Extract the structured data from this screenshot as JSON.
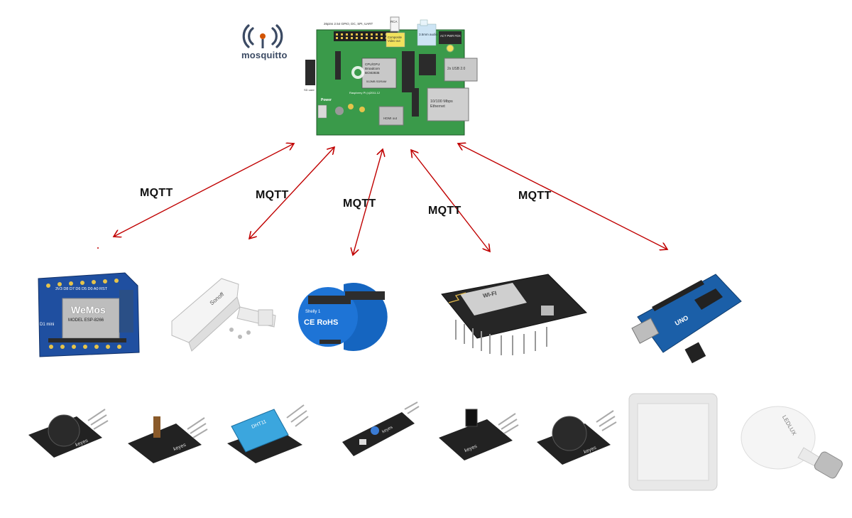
{
  "mosquitto": {
    "logo_text": "mosquitto"
  },
  "raspberry_pi": {
    "header_label": "26pins 2.54 GPIO, DC, SPI, UART",
    "rca_label": "RCA",
    "audio_label": "3.5mm audio",
    "composite_label": "Composite Video out",
    "soc_label": "CPU/GPU Broadcom BCM2835",
    "ram_label": "512MB SDRAM",
    "usb_label": "2x USB 2.0",
    "ethernet_label": "10/100 Mbps Ethernet",
    "hdmi_label": "HDMI out",
    "power_label": "Power",
    "sd_label": "SD card",
    "board_label": "Raspberry Pi (c)2011.12",
    "leds_label": "ACT PWR FDX"
  },
  "links": [
    {
      "label": "MQTT"
    },
    {
      "label": "MQTT"
    },
    {
      "label": "MQTT"
    },
    {
      "label": "MQTT"
    },
    {
      "label": "MQTT"
    }
  ],
  "boards": {
    "wemos": {
      "brand": "WeMos",
      "model": "MODEL ESP-8266",
      "pins_top": "3V3 D8 D7 D6 D5 D0 A0 RST",
      "side": "D1 mini"
    },
    "sonoff": {
      "brand": "Sonoff"
    },
    "shelly": {
      "brand": "Shelly 1",
      "marks": "CE RoHS"
    },
    "nodemcu": {
      "brand": "WI-FI"
    },
    "arduino": {
      "brand": "UNO"
    }
  },
  "sensors": {
    "buzzer_active_label": "keyes",
    "photoresistor_label": "keyes",
    "dht11_label": "DHT11",
    "line_tracker_label": "keyes",
    "ir_receiver_label": "keyes",
    "passive_buzzer_label": "keyes",
    "bulb_brand": "LEDLUX"
  },
  "colors": {
    "arrow": "#c00000",
    "pcb_green": "#2e8b3e",
    "wemos_blue": "#1f4fa0",
    "arduino_blue": "#1b5fa8",
    "shelly_blue": "#1565c0"
  }
}
